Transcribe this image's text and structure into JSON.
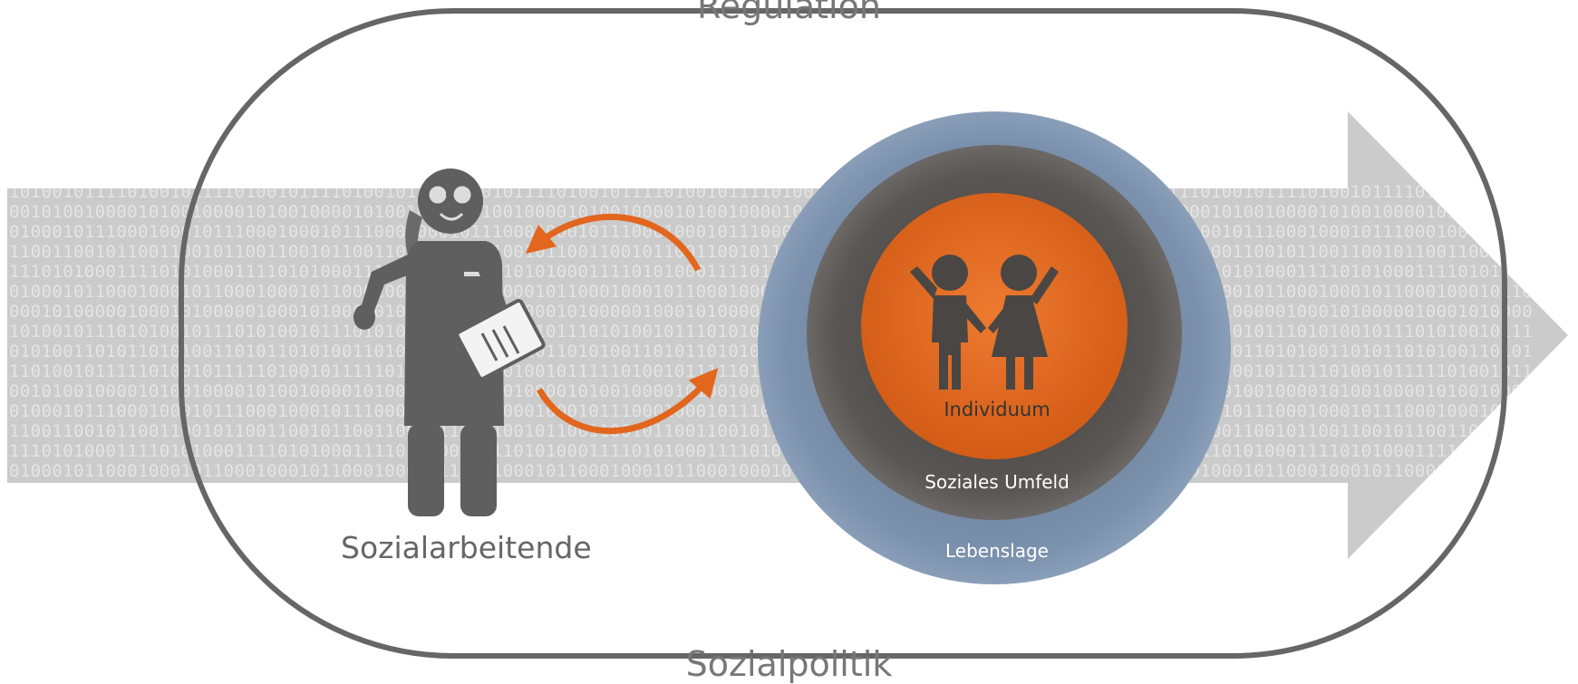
{
  "labels": {
    "top": "Regulation",
    "bottom": "Sozialpolitik",
    "person": "Sozialarbeitende",
    "individuum": "Individuum",
    "umfeld": "Soziales Umfeld",
    "lebenslage": "Lebenslage"
  },
  "binary_rows": [
    "1010010111101001011110100101111010010111101001011110100101111010010111101001011110100101111010010111101001011110100101111010010111101001011110",
    "0010100100001010010000101001000010100100001010010000101001000010100100001010010000101001000010100100001010010000101001000010100100001010010000",
    "0100010111000100010111000100010111000100010111000100010111000100010111000100010111000100010111000100010111000100010111000100010111000100010111",
    "1100110010110011001011001100101100110010110011001011001100101100110010110011001011001100101100110010110011001011001100101100110010110011001011",
    "1110101000111101010001111010100011110101000111101010001111010100011110101000111101010001111010100011110101000111101010001111010100011110101000",
    "0100010110001000101100010001011000100010110001000101100010001011000100010110001000101100010001011000100010110001000101100010001011000100010110",
    "0001010000010001010000010001010000010001010000010001010000010001010000010001010000010001010000010001010000010001010000010001010000010001010000",
    "1010010111010100101110101001011101010010111010100101110101001011101010010111010100101110101001011101010010111010100101110101001011101010010111",
    "0101001101011010100110101101010011010110101001101011010100110101101010011010110101001101011010100110101101010011010110101001101011010100110101",
    "1101001011111010010111110100101111101001011111010010111110100101111101001011111010010111110100101111101001011111010010111110100101111101001011",
    "0010100100001010010000101001000010100100001010010000101001000010100100001010010000101001000010100100001010010000101001000010100100001010010000",
    "0100010111000100010111000100010111000100010111000100010111000100010111000100010111000100010111000100010111000100010111000100010111000100010111",
    "1100110010110011001011001100101100110010110011001011001100101100110010110011001011001100101100110010110011001011001100101100110010110011001011",
    "1110101000111101010001111010100011110101000111101010001111010100011110101000111101010001111010100011110101000111101010001111010100011110101000",
    "0100010110001000101100010001011000100010110001000101100010001011000100010110001000101100010001011000100010110001000101100010001011000100010110"
  ],
  "colors": {
    "frame": "#666666",
    "band": "#c9c9c9",
    "band_digits": "#e4e4e4",
    "person": "#5f5f5f",
    "arrows": "#e2661e",
    "lebenslage": "#7f95b0",
    "umfeld": "#5e5a58",
    "individuum": "#e2661e",
    "children": "#4a4644"
  }
}
